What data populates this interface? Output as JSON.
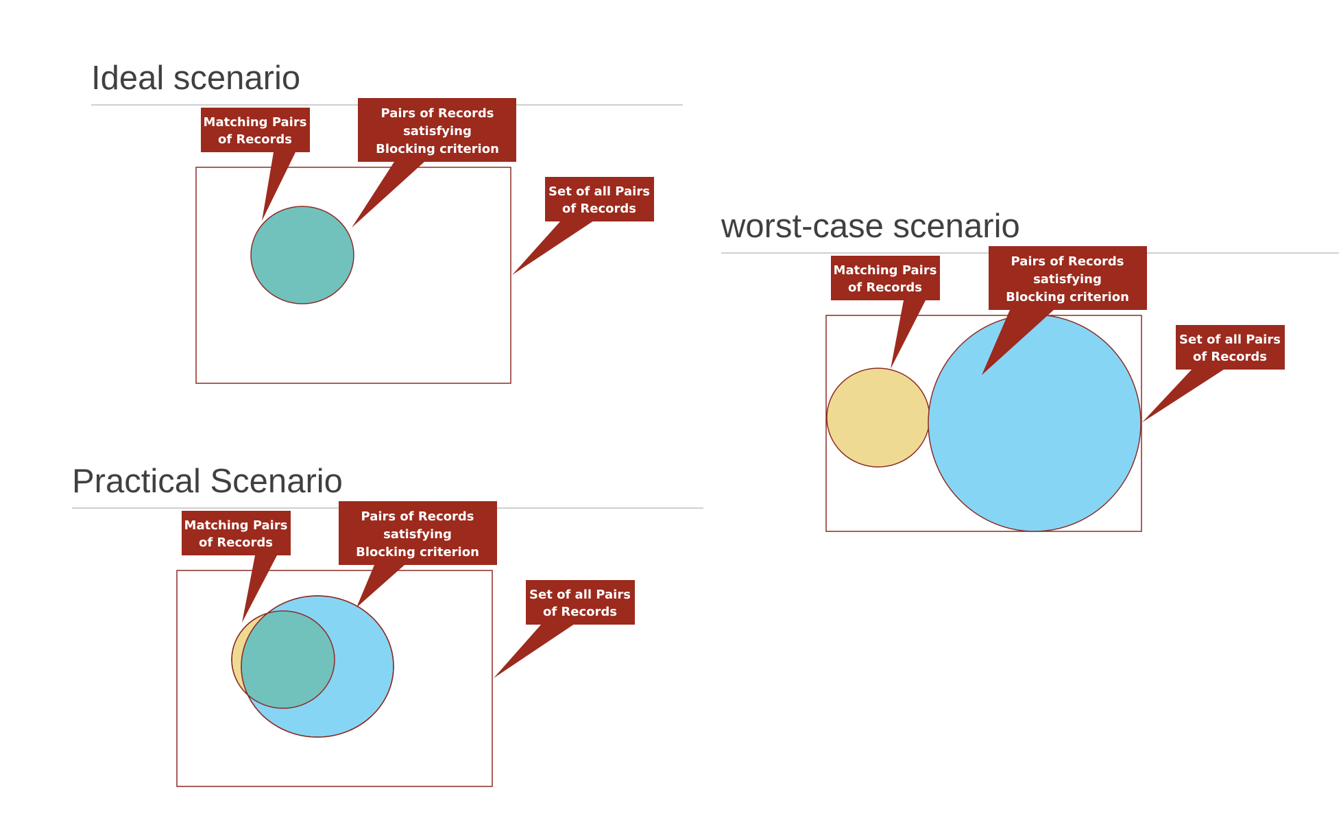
{
  "colors": {
    "background": "#ffffff",
    "callout_fill": "#9C2A1D",
    "box_stroke": "#8B2A22",
    "heading_text": "#404040",
    "rule": "#bfbfbf",
    "matching_fill": "#EFDA94",
    "blocking_fill": "#87D5F5",
    "overlap_fill": "#71C2BD"
  },
  "scenarios": [
    {
      "title": "Ideal scenario",
      "callouts": {
        "matching": [
          "Matching Pairs",
          "of Records"
        ],
        "blocking": [
          "Pairs of Records",
          "satisfying",
          "Blocking criterion"
        ],
        "universe": [
          "Set of all Pairs",
          "of Records"
        ]
      }
    },
    {
      "title": "worst-case scenario",
      "callouts": {
        "matching": [
          "Matching Pairs",
          "of Records"
        ],
        "blocking": [
          "Pairs of Records",
          "satisfying",
          "Blocking criterion"
        ],
        "universe": [
          "Set of all Pairs",
          "of Records"
        ]
      }
    },
    {
      "title": "Practical Scenario",
      "callouts": {
        "matching": [
          "Matching Pairs",
          "of Records"
        ],
        "blocking": [
          "Pairs of Records",
          "satisfying",
          "Blocking criterion"
        ],
        "universe": [
          "Set of all Pairs",
          "of Records"
        ]
      }
    }
  ]
}
